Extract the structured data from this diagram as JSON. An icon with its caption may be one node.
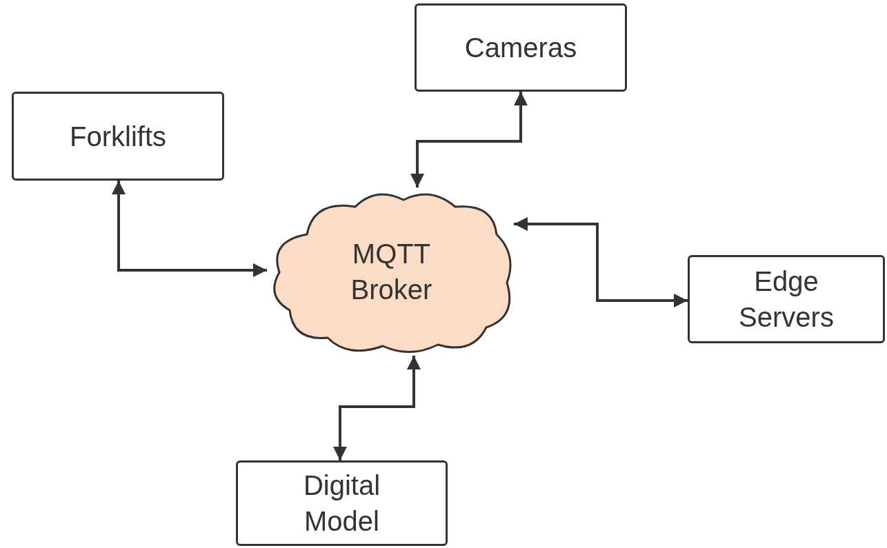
{
  "diagram": {
    "nodes": [
      {
        "text": [
          "Cameras"
        ]
      },
      {
        "text": [
          "Forklifts"
        ]
      },
      {
        "text": [
          "MQTT Broker"
        ]
      },
      {
        "text": [
          "Edge Servers"
        ]
      },
      {
        "text": [
          "Digital Model"
        ]
      }
    ],
    "edges": [
      {
        "from": 2,
        "to": 0,
        "arrow": "both"
      },
      {
        "from": 1,
        "to": 2,
        "arrow": "both"
      },
      {
        "from": 2,
        "to": 3,
        "arrow": "both"
      },
      {
        "from": 2,
        "to": 4,
        "arrow": "both"
      }
    ]
  }
}
